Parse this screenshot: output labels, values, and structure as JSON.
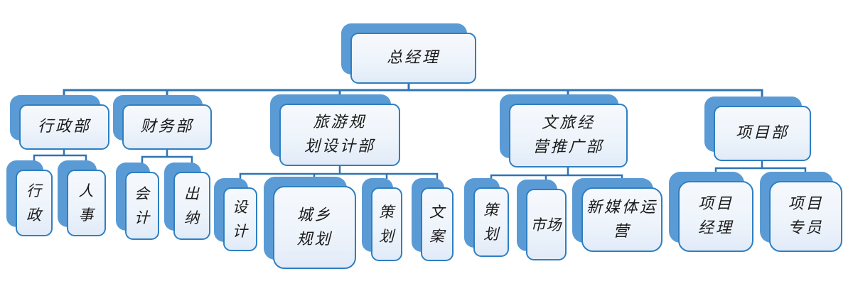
{
  "colors": {
    "shadow": "#5B9BD5",
    "border": "#2E7FC1",
    "line": "#2E74B5",
    "fill_top": "#F6F9FD",
    "fill_mid": "#EEF4FB",
    "fill_bottom": "#E1EBF8",
    "text": "#1B1B1B"
  },
  "tree": {
    "root": {
      "label": "总经理"
    },
    "departments": [
      {
        "label": "行政部",
        "children": [
          {
            "label": "行\n政"
          },
          {
            "label": "人\n事"
          }
        ]
      },
      {
        "label": "财务部",
        "children": [
          {
            "label": "会\n计"
          },
          {
            "label": "出\n纳"
          }
        ]
      },
      {
        "label": "旅游规\n划设计部",
        "children": [
          {
            "label": "设\n计"
          },
          {
            "label": "城乡\n规划"
          },
          {
            "label": "策\n划"
          },
          {
            "label": "文\n案"
          }
        ]
      },
      {
        "label": "文旅经\n营推广部",
        "children": [
          {
            "label": "策\n划"
          },
          {
            "label": "市场"
          },
          {
            "label": "新媒体运\n营"
          }
        ]
      },
      {
        "label": "项目部",
        "children": [
          {
            "label": "项目\n经理"
          },
          {
            "label": "项目\n专员"
          }
        ]
      }
    ]
  }
}
